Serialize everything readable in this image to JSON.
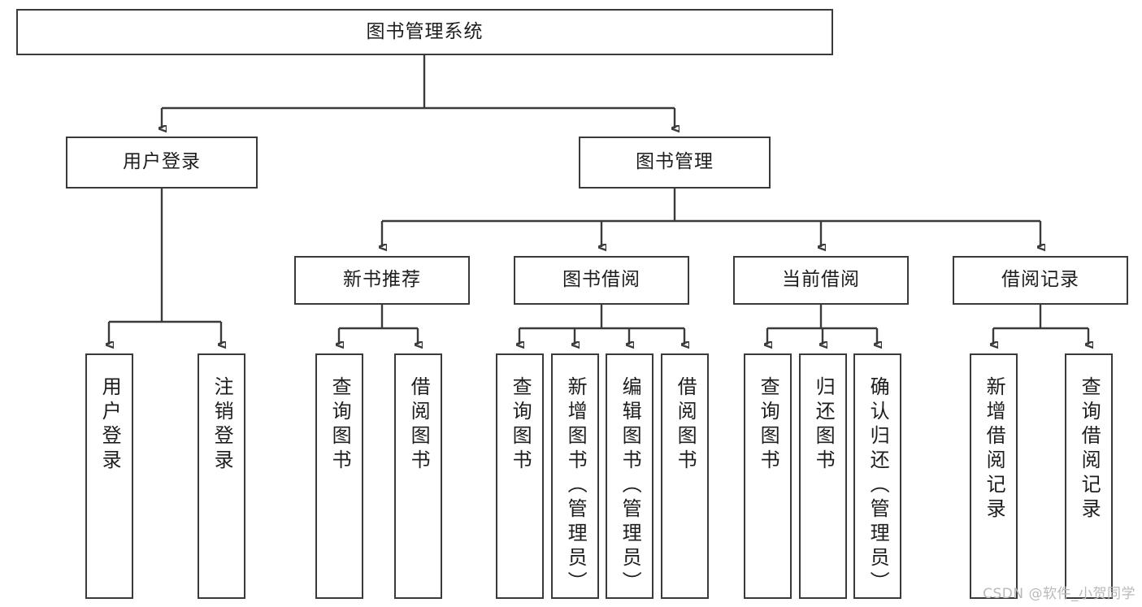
{
  "diagram": {
    "title": "图书管理系统",
    "watermark": "CSDN @软件_小贺同学",
    "colors": {
      "stroke": "#3a3a3a",
      "text": "#1d1d1d",
      "background": "#ffffff",
      "watermark": "#b9b9b9"
    },
    "root": {
      "label": "图书管理系统"
    },
    "level2": [
      {
        "label": "用户登录"
      },
      {
        "label": "图书管理"
      }
    ],
    "level3": [
      {
        "label": "新书推荐"
      },
      {
        "label": "图书借阅"
      },
      {
        "label": "当前借阅"
      },
      {
        "label": "借阅记录"
      }
    ],
    "leaves": {
      "user_login": [
        {
          "label": "用户登录"
        },
        {
          "label": "注销登录"
        }
      ],
      "new_book_recommend": [
        {
          "label": "查询图书"
        },
        {
          "label": "借阅图书"
        }
      ],
      "book_borrow": [
        {
          "label": "查询图书"
        },
        {
          "label": "新增图书（管理员）"
        },
        {
          "label": "编辑图书（管理员）"
        },
        {
          "label": "借阅图书"
        }
      ],
      "current_borrow": [
        {
          "label": "查询图书"
        },
        {
          "label": "归还图书"
        },
        {
          "label": "确认归还（管理员）"
        }
      ],
      "borrow_record": [
        {
          "label": "新增借阅记录"
        },
        {
          "label": "查询借阅记录"
        }
      ]
    }
  }
}
